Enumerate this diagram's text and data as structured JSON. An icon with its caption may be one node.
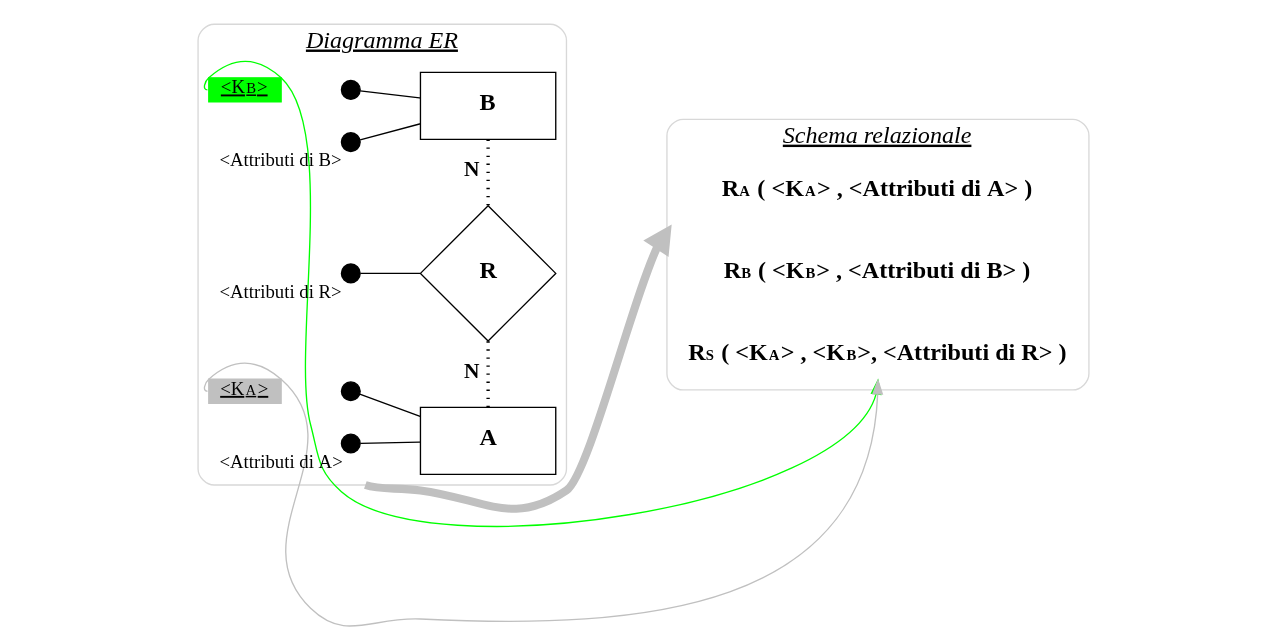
{
  "diagram": {
    "nodes": [
      {
        "text": [
          "Diagramma ER"
        ]
      },
      {
        "text": [
          "<K$_{B}$>"
        ],
        "in": 0
      },
      {
        "text": [],
        "shape": "circle",
        "in": 0
      },
      {
        "text": [],
        "shape": "circle",
        "in": 0,
        "beside": [
          "<Attributi di B>"
        ]
      },
      {
        "text": [
          "B"
        ],
        "in": 0
      },
      {
        "text": [],
        "shape": "circle",
        "in": 0,
        "beside": [
          "<Attributi di R>"
        ]
      },
      {
        "text": [
          "R"
        ],
        "in": 0
      },
      {
        "text": [
          "<K$_{A}$>"
        ],
        "in": 0
      },
      {
        "text": [],
        "shape": "circle",
        "in": 0
      },
      {
        "text": [],
        "shape": "circle",
        "in": 0,
        "beside": [
          "<Attributi di A>"
        ]
      },
      {
        "text": [
          "A"
        ],
        "in": 0
      },
      {
        "text": [
          "Schema relazionale"
        ]
      },
      {
        "text": [
          "R$_{A}$ ( <K$_{A}$> , <Attributi di A> )"
        ],
        "in": 11
      },
      {
        "text": [
          "R$_{B}$ ( <K$_{B}$> , <Attributi di B> )"
        ],
        "in": 11
      },
      {
        "text": [
          "R$_{S}$ ( <K$_{A}$> , <K$_{B}$>, <Attributi di R> )"
        ],
        "in": 11
      }
    ],
    "edges": [
      {
        "from": 2,
        "to": 4,
        "arrow": "none"
      },
      {
        "from": 3,
        "to": 4,
        "arrow": "none"
      },
      {
        "from": 4,
        "to": 6,
        "arrow": "none",
        "style": "dashed",
        "label": "N"
      },
      {
        "from": 5,
        "to": 6,
        "arrow": "none"
      },
      {
        "from": 6,
        "to": 10,
        "arrow": "none",
        "style": "dashed",
        "label": "N"
      },
      {
        "from": 8,
        "to": 10,
        "arrow": "none"
      },
      {
        "from": 9,
        "to": 10,
        "arrow": "none"
      },
      {
        "from": 0,
        "to": 11,
        "arrow": "to",
        "style": "thick",
        "color": "#c0c0c0"
      },
      {
        "from": 7,
        "to": 14,
        "arrow": "to",
        "color": "#c0c0c0"
      },
      {
        "from": 1,
        "to": 14,
        "arrow": "to",
        "color": "#00ff00"
      }
    ]
  }
}
